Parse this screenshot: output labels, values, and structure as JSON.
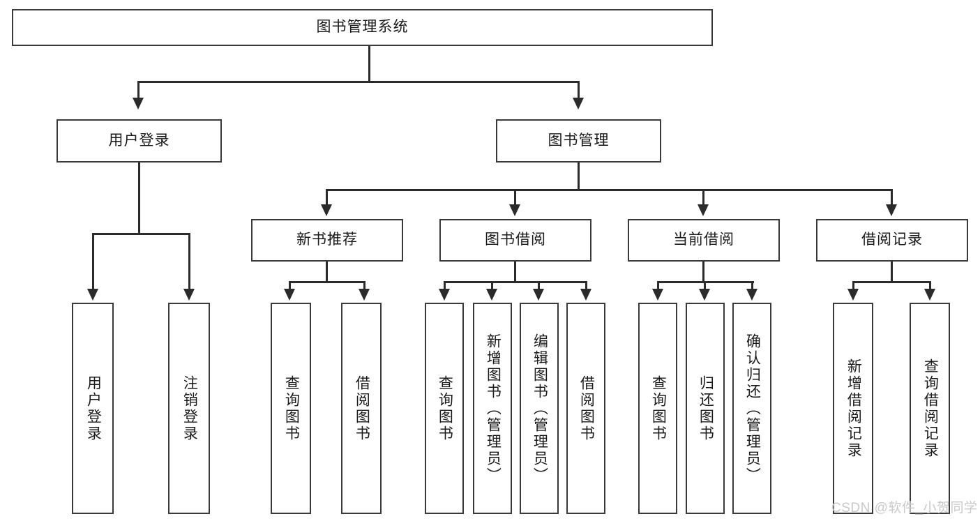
{
  "diagram": {
    "type": "tree",
    "title": "图书管理系统",
    "levels": {
      "root": {
        "label": "图书管理系统"
      },
      "level2": [
        {
          "id": "user-login",
          "label": "用户登录"
        },
        {
          "id": "book-manage",
          "label": "图书管理"
        }
      ],
      "level3": [
        {
          "id": "new-book-recommend",
          "label": "新书推荐",
          "parent": "book-manage"
        },
        {
          "id": "book-borrow",
          "label": "图书借阅",
          "parent": "book-manage"
        },
        {
          "id": "current-borrow",
          "label": "当前借阅",
          "parent": "book-manage"
        },
        {
          "id": "borrow-record",
          "label": "借阅记录",
          "parent": "book-manage"
        }
      ],
      "leaves": [
        {
          "id": "leaf-user-login",
          "label": "用户登录",
          "parent": "user-login"
        },
        {
          "id": "leaf-logout-login",
          "label": "注销登录",
          "parent": "user-login"
        },
        {
          "id": "leaf-query-book-1",
          "label": "查询图书",
          "parent": "new-book-recommend"
        },
        {
          "id": "leaf-borrow-book-1",
          "label": "借阅图书",
          "parent": "new-book-recommend"
        },
        {
          "id": "leaf-query-book-2",
          "label": "查询图书",
          "parent": "book-borrow"
        },
        {
          "id": "leaf-add-book",
          "label": "新增图书（管理员）",
          "parent": "book-borrow"
        },
        {
          "id": "leaf-edit-book",
          "label": "编辑图书（管理员）",
          "parent": "book-borrow"
        },
        {
          "id": "leaf-borrow-book-2",
          "label": "借阅图书",
          "parent": "book-borrow"
        },
        {
          "id": "leaf-query-book-3",
          "label": "查询图书",
          "parent": "current-borrow"
        },
        {
          "id": "leaf-return-book",
          "label": "归还图书",
          "parent": "current-borrow"
        },
        {
          "id": "leaf-confirm-return",
          "label": "确认归还（管理员）",
          "parent": "current-borrow"
        },
        {
          "id": "leaf-add-record",
          "label": "新增借阅记录",
          "parent": "borrow-record"
        },
        {
          "id": "leaf-query-record",
          "label": "查询借阅记录",
          "parent": "borrow-record"
        }
      ]
    },
    "colors": {
      "border": "#3a3a3a",
      "edge": "#2b2b2b",
      "background": "#ffffff",
      "text": "#1a1a1a",
      "watermark": "#c9c9c9"
    }
  },
  "watermark": {
    "text": "CSDN @软件_小贺同学"
  }
}
